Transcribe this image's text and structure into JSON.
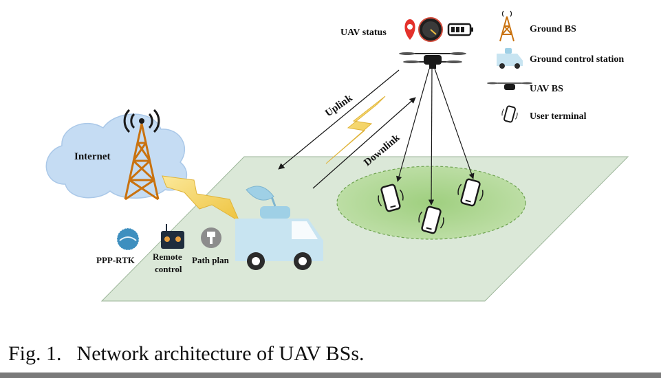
{
  "labels": {
    "uav_status": "UAV status",
    "internet": "Internet",
    "ppp_rtk": "PPP-RTK",
    "remote_control_line1": "Remote",
    "remote_control_line2": "control",
    "path_plan": "Path plan",
    "uplink": "Uplink",
    "downlink": "Downlink"
  },
  "legend": {
    "ground_bs": "Ground BS",
    "ground_control_station": "Ground control station",
    "uav_bs": "UAV BS",
    "user_terminal": "User terminal"
  },
  "caption": {
    "number": "Fig. 1.",
    "text": "Network architecture of UAV BSs."
  },
  "colors": {
    "ground": "#dbe8d8",
    "coverage": "#a9d48a",
    "cloud": "#c5dcf3",
    "tower": "#c9720f",
    "lightning": "#f3d35a",
    "van": "#c8e4f1",
    "dark": "#1a1a1a"
  },
  "icons": [
    "location-pin-icon",
    "speedometer-icon",
    "battery-icon",
    "tower-icon",
    "van-icon",
    "drone-icon",
    "phone-icon",
    "satellite-globe-icon",
    "gamepad-icon",
    "path-plan-icon",
    "lightning-icon",
    "cloud-icon"
  ]
}
